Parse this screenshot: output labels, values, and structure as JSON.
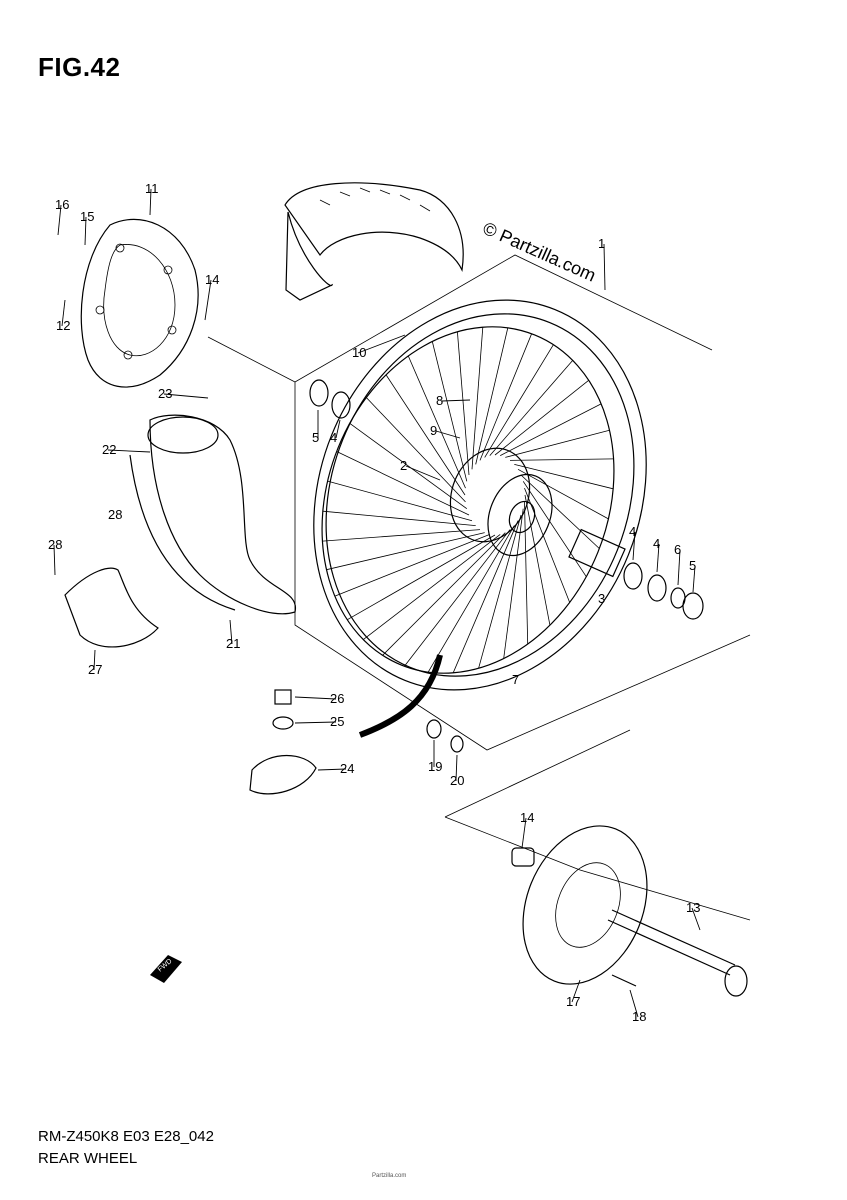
{
  "figure": {
    "title": "FIG.42",
    "watermark": "© Partzilla.com",
    "code": "RM-Z450K8 E03 E28_042",
    "name": "REAR WHEEL",
    "footnote": "Partzilla.com"
  },
  "callouts": [
    "1",
    "2",
    "3",
    "4",
    "4",
    "4",
    "5",
    "5",
    "6",
    "7",
    "8",
    "9",
    "10",
    "11",
    "12",
    "13",
    "14",
    "14",
    "15",
    "16",
    "17",
    "18",
    "19",
    "20",
    "21",
    "22",
    "23",
    "24",
    "25",
    "26",
    "27",
    "28",
    "28"
  ]
}
